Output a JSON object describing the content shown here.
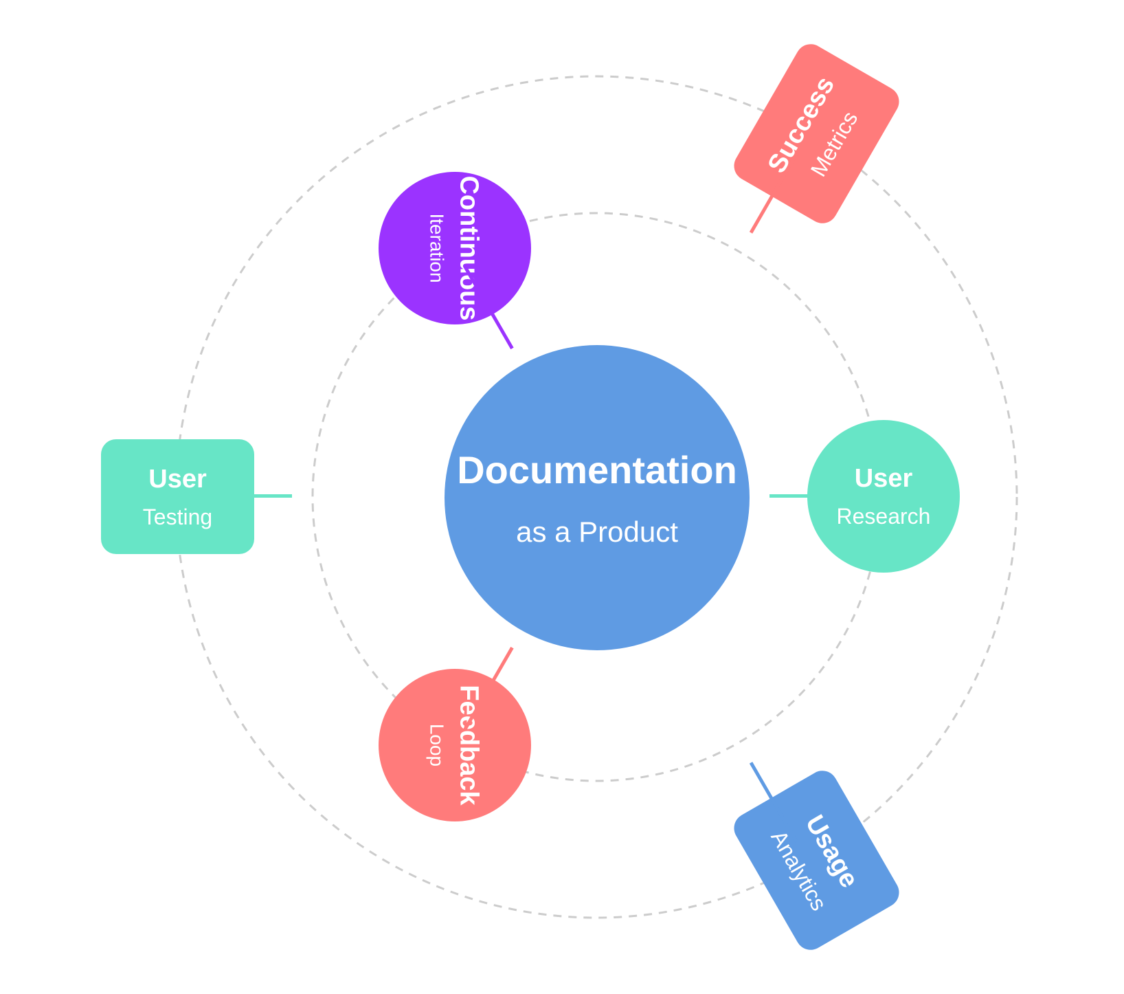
{
  "center": {
    "title": "Documentation",
    "subtitle": "as a Product",
    "color": "#5f9be3"
  },
  "orbit_color": "#cccccc",
  "nodes": [
    {
      "id": "user-testing",
      "title": "User",
      "subtitle": "Testing",
      "color": "#67e5c6",
      "shape": "rounded-rectangle"
    },
    {
      "id": "user-research",
      "title": "User",
      "subtitle": "Research",
      "color": "#67e5c6",
      "shape": "circle"
    },
    {
      "id": "continuous-iteration",
      "title": "Continuous",
      "subtitle": "Iteration",
      "color": "#9b33ff",
      "shape": "circle"
    },
    {
      "id": "feedback-loop",
      "title": "Feedback",
      "subtitle": "Loop",
      "color": "#ff7b7b",
      "shape": "circle"
    },
    {
      "id": "success-metrics",
      "title": "Success",
      "subtitle": "Metrics",
      "color": "#ff7b7b",
      "shape": "rounded-rectangle"
    },
    {
      "id": "usage-analytics",
      "title": "Usage",
      "subtitle": "Analytics",
      "color": "#5f9be3",
      "shape": "rounded-rectangle"
    }
  ]
}
